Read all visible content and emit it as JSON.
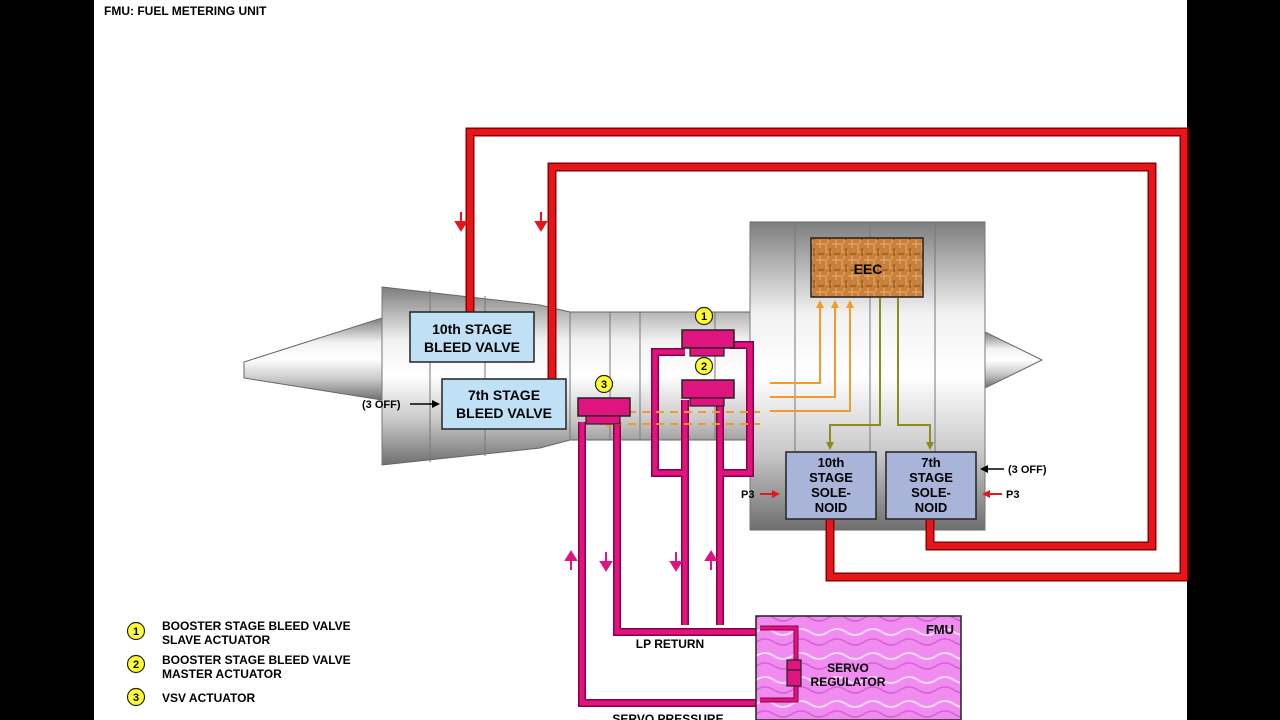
{
  "header": {
    "title": "FMU: FUEL METERING UNIT"
  },
  "components": {
    "eec": "EEC",
    "bleed_valve_10th": [
      "10th STAGE",
      "BLEED VALVE"
    ],
    "bleed_valve_7th": [
      "7th STAGE",
      "BLEED VALVE"
    ],
    "solenoid_10th": [
      "10th",
      "STAGE",
      "SOLE-",
      "NOID"
    ],
    "solenoid_7th": [
      "7th",
      "STAGE",
      "SOLE-",
      "NOID"
    ],
    "fmu": "FMU",
    "servo_regulator": [
      "SERVO",
      "REGULATOR"
    ]
  },
  "annotations": {
    "off_left": "(3 OFF)",
    "off_right": "(3 OFF)",
    "p3_left": "P3",
    "p3_right": "P3",
    "lp_return": "LP RETURN",
    "servo_pressure": "SERVO PRESSURE"
  },
  "actuator_markers": [
    "1",
    "2",
    "3"
  ],
  "legend": [
    {
      "number": "1",
      "lines": [
        "BOOSTER STAGE BLEED VALVE",
        "SLAVE ACTUATOR"
      ]
    },
    {
      "number": "2",
      "lines": [
        "BOOSTER STAGE BLEED VALVE",
        "MASTER ACTUATOR"
      ]
    },
    {
      "number": "3",
      "lines": [
        "VSV ACTUATOR"
      ]
    }
  ],
  "colors": {
    "pressure_line": "#e8151b",
    "servo_line": "#e0147f",
    "signal_orange": "#f39a2a",
    "signal_olive": "#8c8c1a",
    "box_fill": "#bfe0f5",
    "solenoid_fill": "#a8b4d8",
    "marker_fill": "#ffff33",
    "fmu_fill": "#f08cf0",
    "eec_fill": "#c9803a"
  }
}
